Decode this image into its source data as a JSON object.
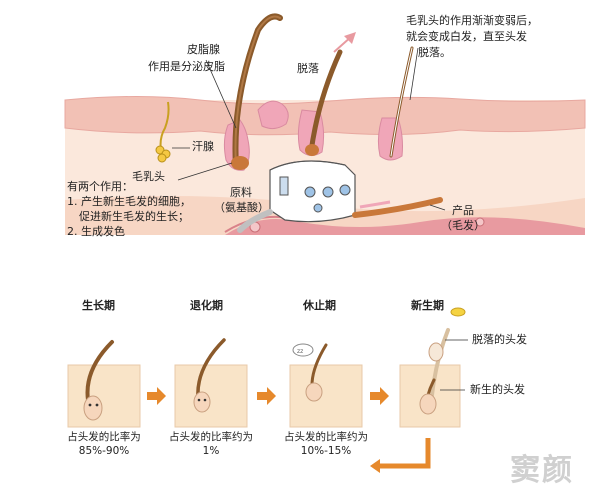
{
  "top_diagram": {
    "labels": {
      "sebaceous_gland": "皮脂腺",
      "sebaceous_function": "作用是分泌皮脂",
      "shedding": "脱落",
      "papilla_note_line1": "毛乳头的作用渐渐变弱后，",
      "papilla_note_line2": "就会变成白发，直至头发",
      "papilla_note_line3": "脱落。",
      "sweat_gland": "汗腺",
      "dermal_papilla": "毛乳头",
      "functions_title": "有两个作用：",
      "function_1_line1": "1. 产生新生毛发的细胞，",
      "function_1_line2": "促进新生毛发的生长；",
      "function_2": "2. 生成发色",
      "raw_material_line1": "原料",
      "raw_material_line2": "（氨基酸）",
      "product_line1": "产品",
      "product_line2": "（毛发）"
    },
    "colors": {
      "skin": "#f9dcc8",
      "dermis": "#fbe8dc",
      "epidermis": "#f2c1b5",
      "hair": "#8b5a2b",
      "vessel": "#e89aa0",
      "gland": "#f0a6b8"
    }
  },
  "cycle": {
    "stages": [
      {
        "title": "生长期",
        "ratio_line1": "占头发的比率为",
        "ratio_line2": "85%-90%"
      },
      {
        "title": "退化期",
        "ratio_line1": "占头发的比率约为",
        "ratio_line2": "1%"
      },
      {
        "title": "休止期",
        "ratio_line1": "占头发的比率约为",
        "ratio_line2": "10%-15%"
      },
      {
        "title": "新生期",
        "ratio_line1": "",
        "ratio_line2": ""
      }
    ],
    "annotations": {
      "shed_hair": "脱落的头发",
      "new_hair": "新生的头发"
    },
    "icons": [
      "arrow-right-icon",
      "arrow-right-icon",
      "arrow-right-icon",
      "elbow-arrow-icon"
    ],
    "colors": {
      "arrow": "#e6892c",
      "panel": "#f9e4c8"
    }
  },
  "watermark": "窦颜"
}
